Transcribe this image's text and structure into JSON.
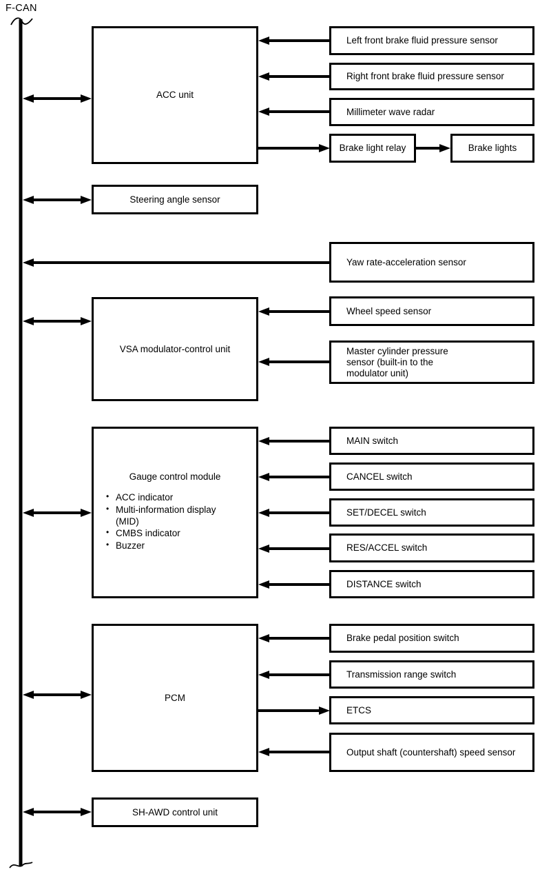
{
  "diagram": {
    "bus_label": "F-CAN"
  },
  "colors": {
    "line": "#000000",
    "background": "#ffffff"
  },
  "units": {
    "acc": {
      "label": "ACC unit"
    },
    "steering": {
      "label": "Steering angle sensor"
    },
    "vsa": {
      "label": "VSA modulator-control unit"
    },
    "gauge": {
      "title": "Gauge control module",
      "bullets": [
        "ACC indicator",
        "Multi-information display (MID)",
        "CMBS indicator",
        "Buzzer"
      ]
    },
    "pcm": {
      "label": "PCM"
    },
    "shawd": {
      "label": "SH-AWD control unit"
    }
  },
  "peripherals": {
    "lf_brake": {
      "label": "Left front brake fluid pressure sensor"
    },
    "rf_brake": {
      "label": "Right front brake fluid pressure sensor"
    },
    "radar": {
      "label": "Millimeter wave radar"
    },
    "brake_relay": {
      "label": "Brake light relay"
    },
    "brake_lights": {
      "label": "Brake lights"
    },
    "yaw": {
      "label": "Yaw rate-acceleration sensor"
    },
    "wheel": {
      "label": "Wheel speed sensor"
    },
    "master": {
      "label": "Master cylinder pressure sensor (built-in to the modulator unit)"
    },
    "main_sw": {
      "label": "MAIN switch"
    },
    "cancel_sw": {
      "label": "CANCEL switch"
    },
    "set_sw": {
      "label": "SET/DECEL switch"
    },
    "res_sw": {
      "label": "RES/ACCEL switch"
    },
    "dist_sw": {
      "label": "DISTANCE switch"
    },
    "brake_pedal": {
      "label": "Brake pedal position switch"
    },
    "trans_range": {
      "label": "Transmission range switch"
    },
    "etcs": {
      "label": "ETCS"
    },
    "output_shaft": {
      "label": "Output shaft (countershaft) speed sensor"
    }
  }
}
